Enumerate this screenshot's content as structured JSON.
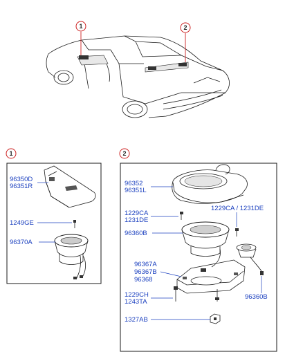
{
  "callouts": {
    "c1": "1",
    "c2": "2"
  },
  "panel1": {
    "number": "1",
    "labels": {
      "cover_a": "96350D",
      "cover_b": "96351R",
      "screw": "1249GE",
      "speaker": "96370A"
    }
  },
  "panel2": {
    "number": "2",
    "labels": {
      "box_a": "96352",
      "box_b": "96351L",
      "screw_l_a": "1229CA",
      "screw_l_b": "1231DE",
      "screw_r": "1229CA / 1231DE",
      "speaker": "96360B",
      "bracket_a": "96367A",
      "bracket_b": "96367B",
      "bracket_c": "96368",
      "bolt_a": "1229CH",
      "bolt_b": "1243TA",
      "nut": "1327AB",
      "tweeter": "96360B"
    }
  },
  "colors": {
    "label": "#1a3fbf",
    "callout": "#cc1f1f",
    "line": "#1a1a1a"
  }
}
